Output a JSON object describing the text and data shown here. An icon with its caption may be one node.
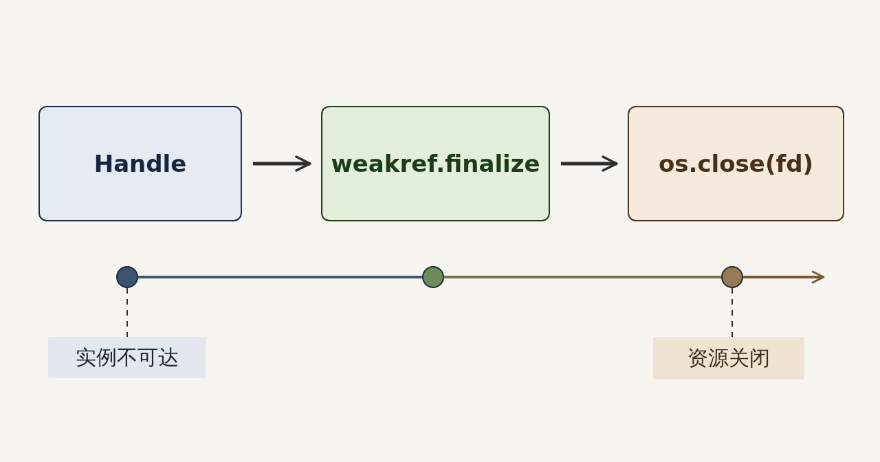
{
  "diagram": {
    "nodes": [
      {
        "text": [
          "Handle"
        ]
      },
      {
        "text": [
          "weakref.finalize"
        ]
      },
      {
        "text": [
          "os.close(fd)"
        ]
      },
      {
        "text": [],
        "shape": "circle"
      },
      {
        "text": [],
        "shape": "circle"
      },
      {
        "text": [],
        "shape": "circle"
      },
      {
        "text": [
          "实例不可达"
        ]
      },
      {
        "text": [
          "资源关闭"
        ]
      }
    ],
    "edges": [
      {
        "from": 0,
        "to": 1,
        "arrow": "to"
      },
      {
        "from": 1,
        "to": 2,
        "arrow": "to"
      },
      {
        "from": 3,
        "to": 4,
        "arrow": "none",
        "color": "#3f5a6e"
      },
      {
        "from": 4,
        "to": 5,
        "arrow": "none",
        "color": "#7a7450"
      },
      {
        "from": 5,
        "to": null,
        "arrow": "to",
        "color": "#7a5a34"
      },
      {
        "from": 3,
        "to": 6,
        "arrow": "none",
        "style": "dashed"
      },
      {
        "from": 5,
        "to": 7,
        "arrow": "none",
        "style": "dashed"
      }
    ]
  }
}
